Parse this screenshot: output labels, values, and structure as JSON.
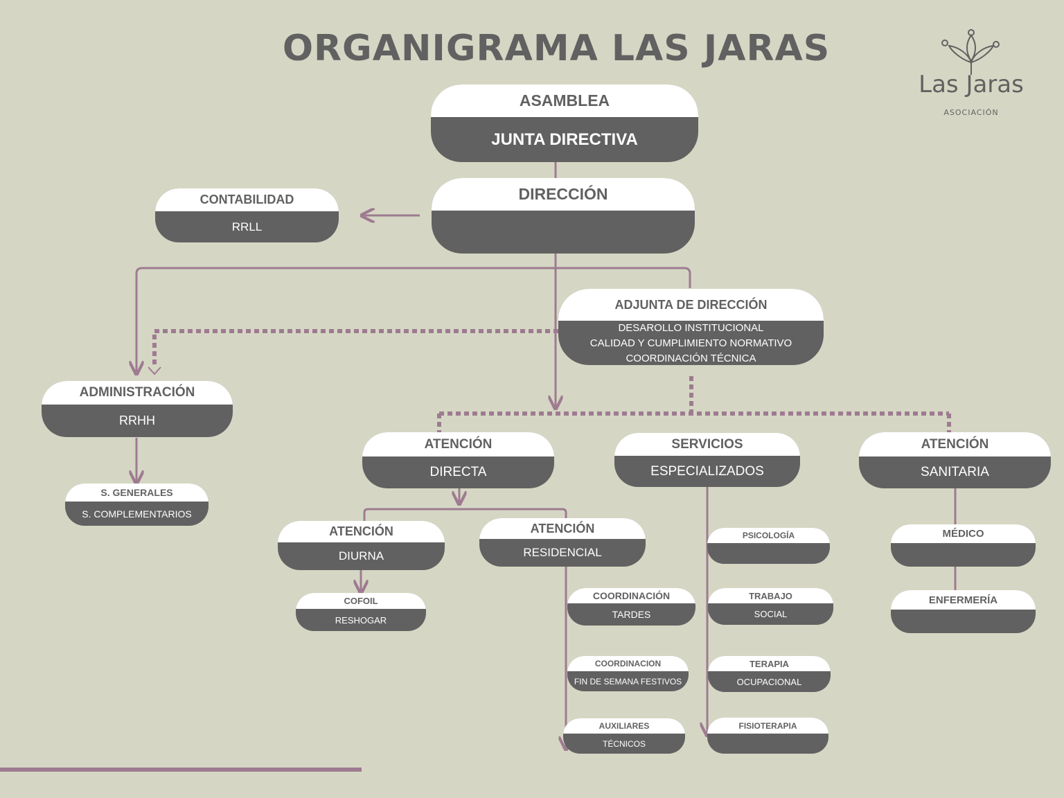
{
  "title": "ORGANIGRAMA LAS JARAS",
  "logo": {
    "brand": "Las Jaras",
    "sub": "ASOCIACIÓN",
    "icon": "lotus-flower-icon"
  },
  "colors": {
    "background": "#d5d7c4",
    "pill_dark": "#626161",
    "pill_light": "#ffffff",
    "connector": "#9e7b91"
  },
  "nodes": {
    "asamblea": {
      "top": "ASAMBLEA",
      "bottom": "JUNTA DIRECTIVA"
    },
    "direccion": {
      "top": "DIRECCIÓN",
      "bottom": ""
    },
    "contabilidad": {
      "top": "CONTABILIDAD",
      "bottom": "RRLL"
    },
    "adjunta": {
      "top": "ADJUNTA DE DIRECCIÓN",
      "lines": [
        "DESAROLLO INSTITUCIONAL",
        "CALIDAD Y CUMPLIMIENTO NORMATIVO",
        "COORDINACIÓN TÉCNICA"
      ]
    },
    "administracion": {
      "top": "ADMINISTRACIÓN",
      "bottom": "RRHH"
    },
    "s_generales": {
      "top": "S. GENERALES",
      "bottom": "S. COMPLEMENTARIOS"
    },
    "atencion_directa": {
      "top": "ATENCIÓN",
      "bottom": "DIRECTA"
    },
    "servicios": {
      "top": "SERVICIOS",
      "bottom": "ESPECIALIZADOS"
    },
    "atencion_sanitaria": {
      "top": "ATENCIÓN",
      "bottom": "SANITARIA"
    },
    "atencion_diurna": {
      "top": "ATENCIÓN",
      "bottom": "DIURNA"
    },
    "atencion_residencial": {
      "top": "ATENCIÓN",
      "bottom": "RESIDENCIAL"
    },
    "cofoil": {
      "top": "COFOIL",
      "bottom": "RESHOGAR"
    },
    "coord_tardes": {
      "top": "COORDINACIÓN",
      "bottom": "TARDES"
    },
    "coord_fin": {
      "top": "COORDINACION",
      "bottom": "FIN DE SEMANA FESTIVOS"
    },
    "auxiliares": {
      "top": "AUXILIARES",
      "bottom": "TÉCNICOS"
    },
    "psicologia": {
      "top": "PSICOLOGÍA",
      "bottom": ""
    },
    "trabajo_social": {
      "top": "TRABAJO",
      "bottom": "SOCIAL"
    },
    "terapia": {
      "top": "TERAPIA",
      "bottom": "OCUPACIONAL"
    },
    "fisioterapia": {
      "top": "FISIOTERAPIA",
      "bottom": ""
    },
    "medico": {
      "top": "MÉDICO",
      "bottom": ""
    },
    "enfermeria": {
      "top": "ENFERMERÍA",
      "bottom": ""
    }
  }
}
